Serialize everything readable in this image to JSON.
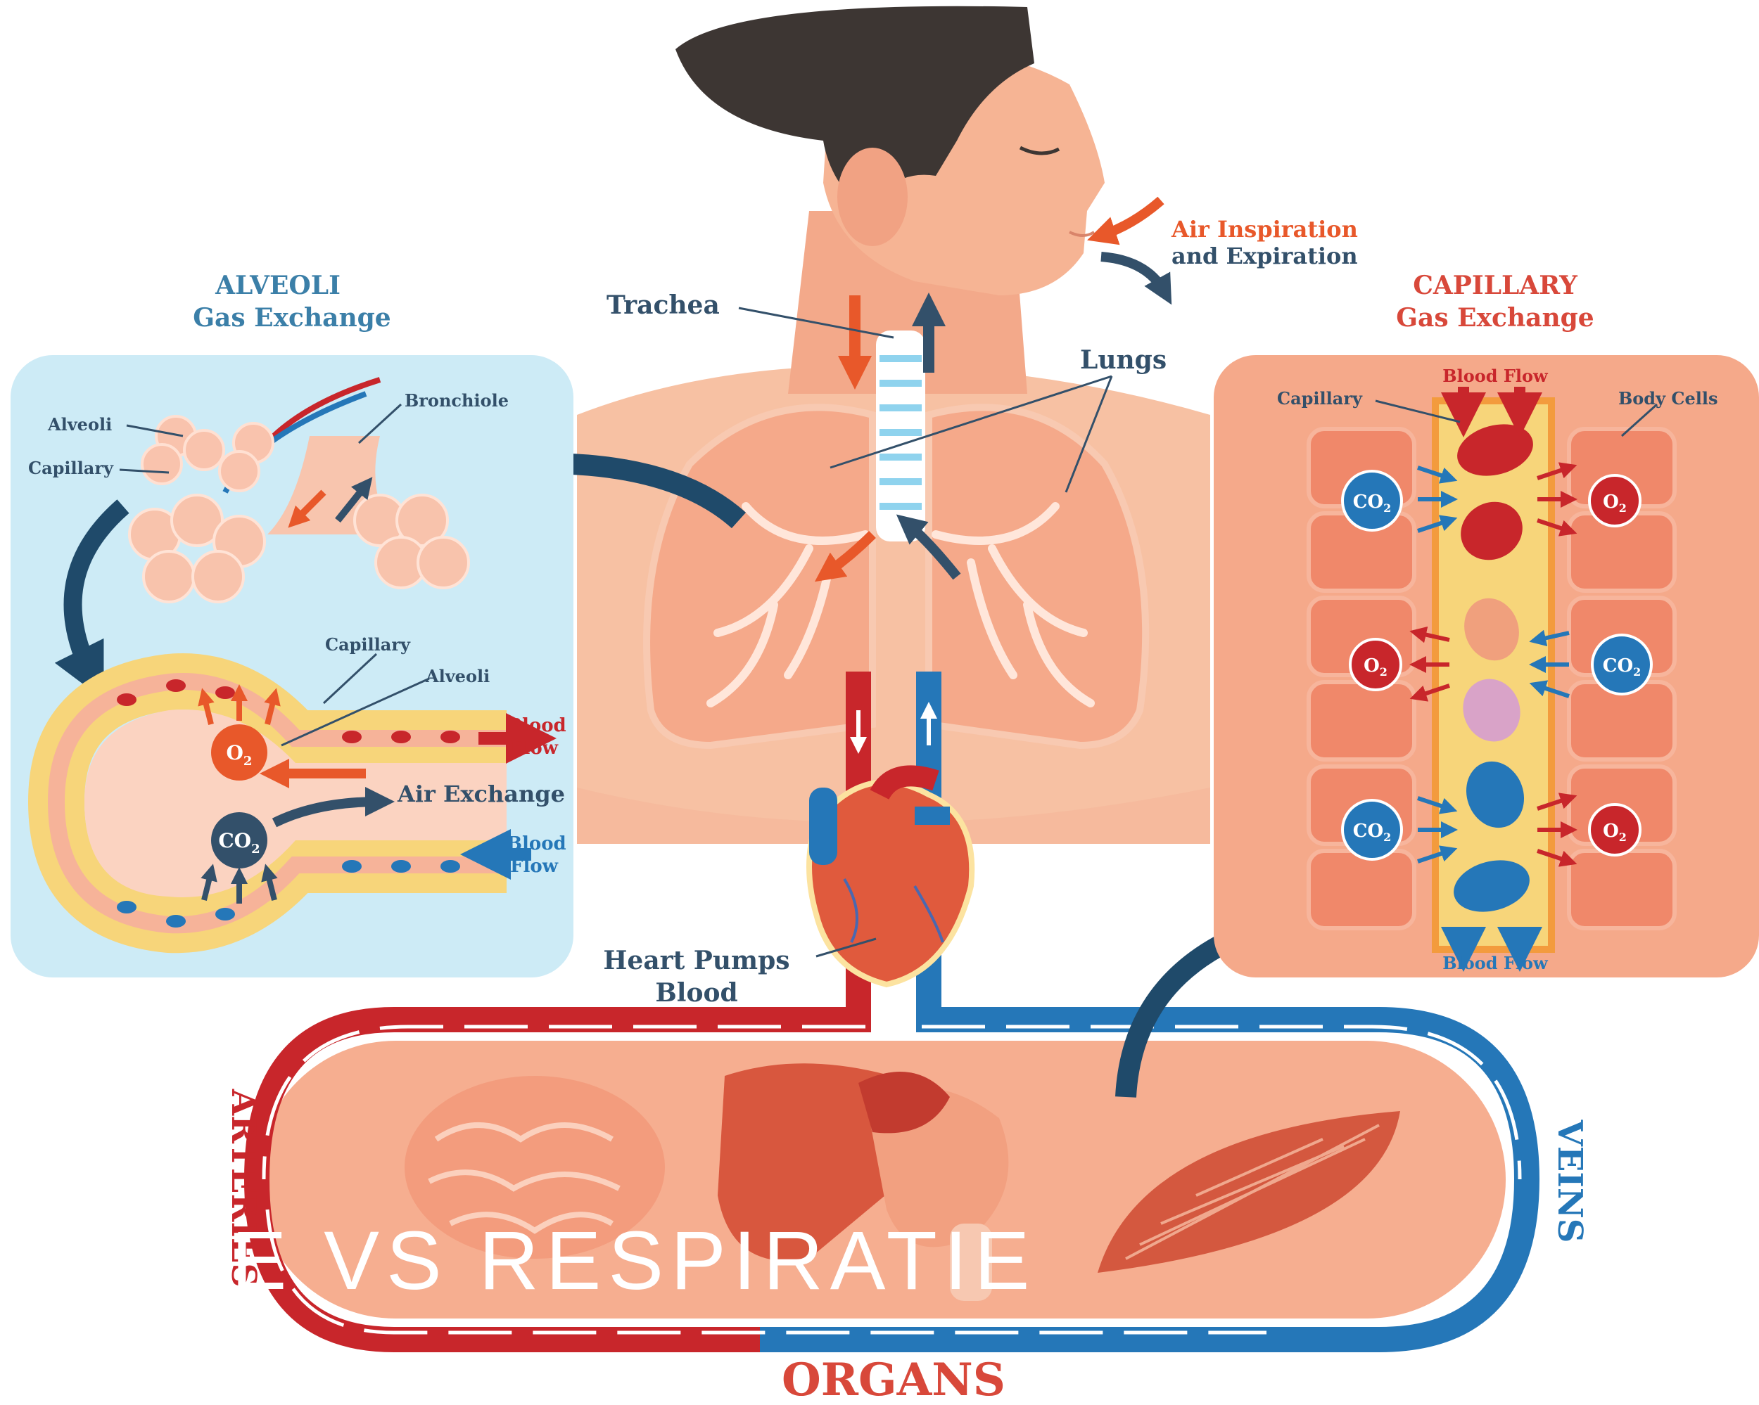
{
  "colors": {
    "red": "#c8262b",
    "blue": "#2577b8",
    "orange": "#e8582a",
    "navy": "#33506a",
    "skin": "#f4ad8c",
    "alveoli_panel_bg": "#cdebf6",
    "capillary_panel_bg": "#f5a98a",
    "organs_band": "#f6ae90",
    "hair": "#3d3633"
  },
  "labels": {
    "alveoli_title": "ALVEOLI",
    "alveoli_subtitle": "Gas Exchange",
    "capillary_title": "CAPILLARY",
    "capillary_subtitle": "Gas Exchange",
    "air_line1": "Air Inspiration",
    "air_line2": "and Expiration",
    "trachea": "Trachea",
    "lungs": "Lungs",
    "heart_line1": "Heart Pumps",
    "heart_line2": "Blood",
    "arteries": "ARTERIES",
    "veins": "VEINS",
    "organs": "ORGANS"
  },
  "alveoli_panel": {
    "alveoli": "Alveoli",
    "capillary": "Capillary",
    "bronchiole": "Bronchiole",
    "capillary_lower": "Capillary",
    "alveoli_lower": "Alveoli",
    "o2": "O",
    "o2_sub": "2",
    "co2": "CO",
    "co2_sub": "2",
    "air_exchange": "Air Exchange",
    "blood": "Blood",
    "flow": "Flow"
  },
  "capillary_panel": {
    "blood_flow_top": "Blood Flow",
    "capillary": "Capillary",
    "body_cells": "Body Cells",
    "blood_flow_bottom": "Blood Flow",
    "o2": "O",
    "co2": "CO",
    "sub": "2"
  },
  "overlay": {
    "title": "IE VS RESPIRATIE"
  }
}
